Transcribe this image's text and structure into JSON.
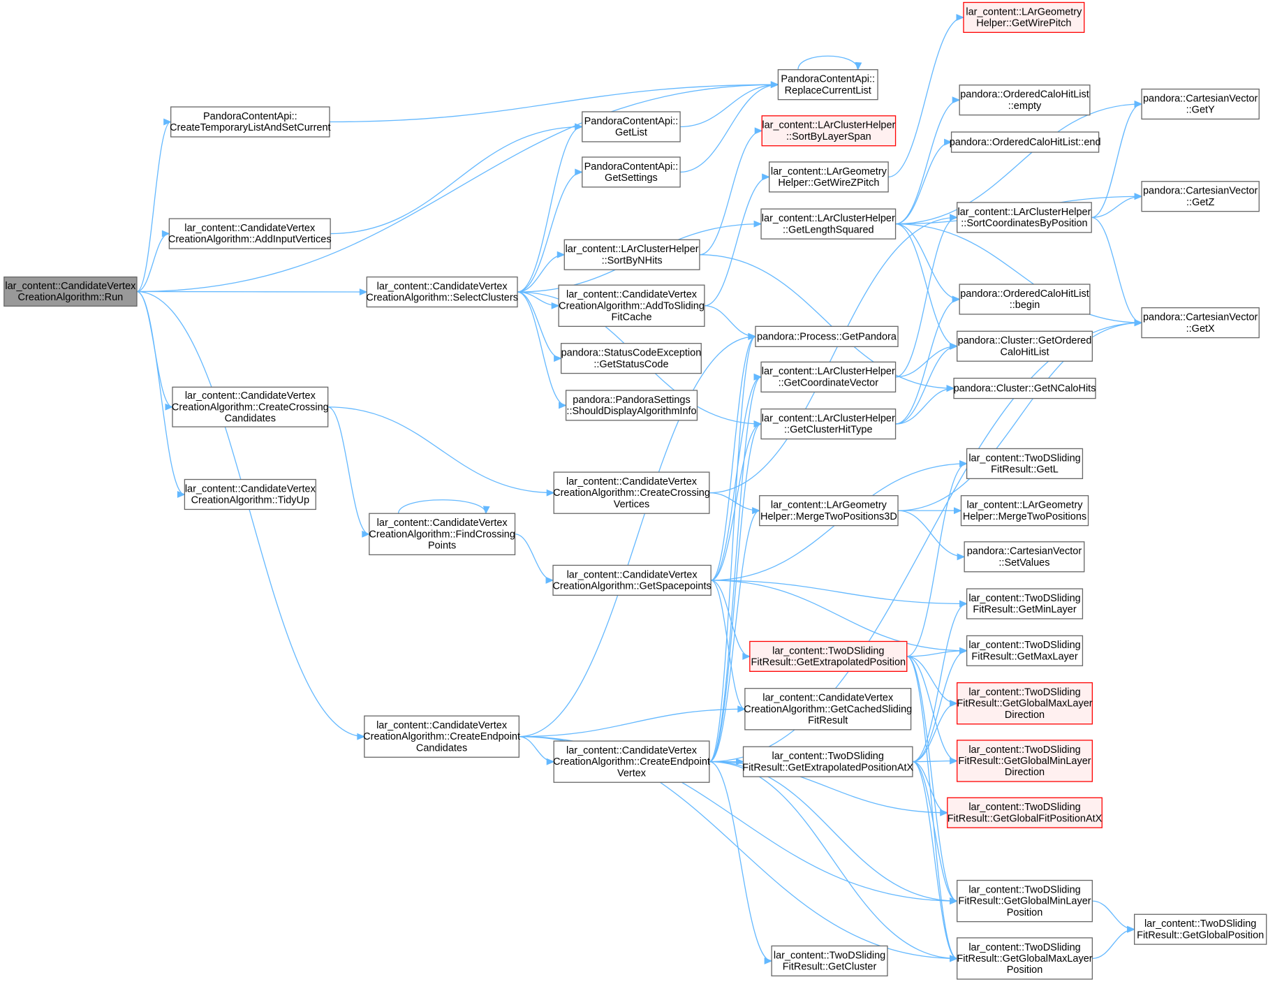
{
  "diagram": {
    "colors": {
      "edge": "#63b8ff",
      "node_border": "#666666",
      "root_fill": "#999999",
      "truncated_border": "#ff0000",
      "truncated_fill": "#fff0f0"
    },
    "nodes": [
      {
        "id": "run",
        "kind": "root",
        "lines": [
          "lar_content::CandidateVertex",
          "CreationAlgorithm::Run"
        ]
      },
      {
        "id": "createtemp",
        "lines": [
          "PandoraContentApi::",
          "CreateTemporaryListAndSetCurrent"
        ]
      },
      {
        "id": "addinput",
        "lines": [
          "lar_content::CandidateVertex",
          "CreationAlgorithm::AddInputVertices"
        ]
      },
      {
        "id": "selectclusters",
        "lines": [
          "lar_content::CandidateVertex",
          "CreationAlgorithm::SelectClusters"
        ]
      },
      {
        "id": "createcrossingcand",
        "lines": [
          "lar_content::CandidateVertex",
          "CreationAlgorithm::CreateCrossing",
          "Candidates"
        ]
      },
      {
        "id": "tidyup",
        "lines": [
          "lar_content::CandidateVertex",
          "CreationAlgorithm::TidyUp"
        ]
      },
      {
        "id": "findcrossing",
        "lines": [
          "lar_content::CandidateVertex",
          "CreationAlgorithm::FindCrossing",
          "Points"
        ]
      },
      {
        "id": "createendpointcand",
        "lines": [
          "lar_content::CandidateVertex",
          "CreationAlgorithm::CreateEndpoint",
          "Candidates"
        ]
      },
      {
        "id": "replacecurrent",
        "lines": [
          "PandoraContentApi::",
          "ReplaceCurrentList"
        ]
      },
      {
        "id": "getlist",
        "lines": [
          "PandoraContentApi::",
          "GetList"
        ]
      },
      {
        "id": "getsettings",
        "lines": [
          "PandoraContentApi::",
          "GetSettings"
        ]
      },
      {
        "id": "sortbynhits",
        "lines": [
          "lar_content::LArClusterHelper",
          "::SortByNHits"
        ]
      },
      {
        "id": "addtosliding",
        "lines": [
          "lar_content::CandidateVertex",
          "CreationAlgorithm::AddToSliding",
          "FitCache"
        ]
      },
      {
        "id": "getstatuscode",
        "lines": [
          "pandora::StatusCodeException",
          "::GetStatusCode"
        ]
      },
      {
        "id": "shoulddisplay",
        "lines": [
          "pandora::PandoraSettings",
          "::ShouldDisplayAlgorithmInfo"
        ]
      },
      {
        "id": "createcrossingvert",
        "lines": [
          "lar_content::CandidateVertex",
          "CreationAlgorithm::CreateCrossing",
          "Vertices"
        ]
      },
      {
        "id": "getspacepoints",
        "lines": [
          "lar_content::CandidateVertex",
          "CreationAlgorithm::GetSpacepoints"
        ]
      },
      {
        "id": "createendpointvert",
        "lines": [
          "lar_content::CandidateVertex",
          "CreationAlgorithm::CreateEndpoint",
          "Vertex"
        ]
      },
      {
        "id": "sortbylayerspan",
        "kind": "truncated",
        "lines": [
          "lar_content::LArClusterHelper",
          "::SortByLayerSpan"
        ]
      },
      {
        "id": "getwirezpitch",
        "lines": [
          "lar_content::LArGeometry",
          "Helper::GetWireZPitch"
        ]
      },
      {
        "id": "getlengthsquared",
        "lines": [
          "lar_content::LArClusterHelper",
          "::GetLengthSquared"
        ]
      },
      {
        "id": "getpandora",
        "lines": [
          "pandora::Process::GetPandora"
        ]
      },
      {
        "id": "getcoordinatevector",
        "lines": [
          "lar_content::LArClusterHelper",
          "::GetCoordinateVector"
        ]
      },
      {
        "id": "getclusterhittype",
        "lines": [
          "lar_content::LArClusterHelper",
          "::GetClusterHitType"
        ]
      },
      {
        "id": "mergetwopositions3d",
        "lines": [
          "lar_content::LArGeometry",
          "Helper::MergeTwoPositions3D"
        ]
      },
      {
        "id": "getextrapolatedpos",
        "kind": "truncated",
        "lines": [
          "lar_content::TwoDSliding",
          "FitResult::GetExtrapolatedPosition"
        ]
      },
      {
        "id": "getcachedsliding",
        "lines": [
          "lar_content::CandidateVertex",
          "CreationAlgorithm::GetCachedSliding",
          "FitResult"
        ]
      },
      {
        "id": "getextrapolatedposatx",
        "lines": [
          "lar_content::TwoDSliding",
          "FitResult::GetExtrapolatedPositionAtX"
        ]
      },
      {
        "id": "getcluster",
        "lines": [
          "lar_content::TwoDSliding",
          "FitResult::GetCluster"
        ]
      },
      {
        "id": "getwirepitch",
        "kind": "truncated",
        "lines": [
          "lar_content::LArGeometry",
          "Helper::GetWirePitch"
        ]
      },
      {
        "id": "empty",
        "lines": [
          "pandora::OrderedCaloHitList",
          "::empty"
        ]
      },
      {
        "id": "end",
        "lines": [
          "pandora::OrderedCaloHitList::end"
        ]
      },
      {
        "id": "sortcoordinates",
        "lines": [
          "lar_content::LArClusterHelper",
          "::SortCoordinatesByPosition"
        ]
      },
      {
        "id": "begin",
        "lines": [
          "pandora::OrderedCaloHitList",
          "::begin"
        ]
      },
      {
        "id": "getorderedcalohitlist",
        "lines": [
          "pandora::Cluster::GetOrdered",
          "CaloHitList"
        ]
      },
      {
        "id": "getncalohits",
        "lines": [
          "pandora::Cluster::GetNCaloHits"
        ]
      },
      {
        "id": "getl",
        "lines": [
          "lar_content::TwoDSliding",
          "FitResult::GetL"
        ]
      },
      {
        "id": "mergetwopositions",
        "lines": [
          "lar_content::LArGeometry",
          "Helper::MergeTwoPositions"
        ]
      },
      {
        "id": "setvalues",
        "lines": [
          "pandora::CartesianVector",
          "::SetValues"
        ]
      },
      {
        "id": "getminlayer",
        "lines": [
          "lar_content::TwoDSliding",
          "FitResult::GetMinLayer"
        ]
      },
      {
        "id": "getmaxlayer",
        "lines": [
          "lar_content::TwoDSliding",
          "FitResult::GetMaxLayer"
        ]
      },
      {
        "id": "getglobalmaxlayerdir",
        "kind": "truncated",
        "lines": [
          "lar_content::TwoDSliding",
          "FitResult::GetGlobalMaxLayer",
          "Direction"
        ]
      },
      {
        "id": "getglobalminlayerdir",
        "kind": "truncated",
        "lines": [
          "lar_content::TwoDSliding",
          "FitResult::GetGlobalMinLayer",
          "Direction"
        ]
      },
      {
        "id": "getglobalfitposatx",
        "kind": "truncated",
        "lines": [
          "lar_content::TwoDSliding",
          "FitResult::GetGlobalFitPositionAtX"
        ]
      },
      {
        "id": "getglobalminlayerpos",
        "lines": [
          "lar_content::TwoDSliding",
          "FitResult::GetGlobalMinLayer",
          "Position"
        ]
      },
      {
        "id": "getglobalmaxlayerpos",
        "lines": [
          "lar_content::TwoDSliding",
          "FitResult::GetGlobalMaxLayer",
          "Position"
        ]
      },
      {
        "id": "gety",
        "lines": [
          "pandora::CartesianVector",
          "::GetY"
        ]
      },
      {
        "id": "getz",
        "lines": [
          "pandora::CartesianVector",
          "::GetZ"
        ]
      },
      {
        "id": "getx",
        "lines": [
          "pandora::CartesianVector",
          "::GetX"
        ]
      },
      {
        "id": "getglobalposition",
        "lines": [
          "lar_content::TwoDSliding",
          "FitResult::GetGlobalPosition"
        ]
      }
    ],
    "edges": [
      [
        "run",
        "replacecurrent"
      ],
      [
        "run",
        "createtemp"
      ],
      [
        "run",
        "addinput"
      ],
      [
        "run",
        "selectclusters"
      ],
      [
        "run",
        "createcrossingcand"
      ],
      [
        "run",
        "tidyup"
      ],
      [
        "run",
        "createendpointcand"
      ],
      [
        "createtemp",
        "replacecurrent"
      ],
      [
        "addinput",
        "getlist"
      ],
      [
        "selectclusters",
        "getlist"
      ],
      [
        "selectclusters",
        "getsettings"
      ],
      [
        "selectclusters",
        "sortbynhits"
      ],
      [
        "selectclusters",
        "addtosliding"
      ],
      [
        "selectclusters",
        "getstatuscode"
      ],
      [
        "selectclusters",
        "shoulddisplay"
      ],
      [
        "selectclusters",
        "getlengthsquared"
      ],
      [
        "selectclusters",
        "getclusterhittype"
      ],
      [
        "getlist",
        "replacecurrent"
      ],
      [
        "getsettings",
        "replacecurrent"
      ],
      [
        "replacecurrent",
        "replacecurrent"
      ],
      [
        "sortbynhits",
        "sortbylayerspan"
      ],
      [
        "sortbynhits",
        "getncalohits"
      ],
      [
        "addtosliding",
        "getwirezpitch"
      ],
      [
        "addtosliding",
        "getpandora"
      ],
      [
        "getwirezpitch",
        "getwirepitch"
      ],
      [
        "getlengthsquared",
        "gety"
      ],
      [
        "getlengthsquared",
        "getz"
      ],
      [
        "getlengthsquared",
        "getx"
      ],
      [
        "getlengthsquared",
        "empty"
      ],
      [
        "getlengthsquared",
        "end"
      ],
      [
        "getlengthsquared",
        "begin"
      ],
      [
        "getlengthsquared",
        "getorderedcalohitlist"
      ],
      [
        "getcoordinatevector",
        "sortcoordinates"
      ],
      [
        "getcoordinatevector",
        "getorderedcalohitlist"
      ],
      [
        "getclusterhittype",
        "begin"
      ],
      [
        "getclusterhittype",
        "getorderedcalohitlist"
      ],
      [
        "getclusterhittype",
        "getncalohits"
      ],
      [
        "sortcoordinates",
        "gety"
      ],
      [
        "sortcoordinates",
        "getz"
      ],
      [
        "sortcoordinates",
        "getx"
      ],
      [
        "createcrossingcand",
        "createcrossingvert"
      ],
      [
        "createcrossingcand",
        "findcrossing"
      ],
      [
        "findcrossing",
        "findcrossing"
      ],
      [
        "findcrossing",
        "getspacepoints"
      ],
      [
        "createcrossingvert",
        "mergetwopositions3d"
      ],
      [
        "createcrossingvert",
        "sortcoordinates"
      ],
      [
        "mergetwopositions3d",
        "mergetwopositions"
      ],
      [
        "mergetwopositions3d",
        "setvalues"
      ],
      [
        "mergetwopositions3d",
        "getx"
      ],
      [
        "getspacepoints",
        "getpandora"
      ],
      [
        "getspacepoints",
        "getcoordinatevector"
      ],
      [
        "getspacepoints",
        "getclusterhittype"
      ],
      [
        "getspacepoints",
        "getl"
      ],
      [
        "getspacepoints",
        "getminlayer"
      ],
      [
        "getspacepoints",
        "getmaxlayer"
      ],
      [
        "getspacepoints",
        "getextrapolatedpos"
      ],
      [
        "getspacepoints",
        "getcachedsliding"
      ],
      [
        "getextrapolatedpos",
        "getl"
      ],
      [
        "getextrapolatedpos",
        "getmaxlayer"
      ],
      [
        "getextrapolatedpos",
        "getglobalmaxlayerdir"
      ],
      [
        "getextrapolatedpos",
        "getglobalminlayerdir"
      ],
      [
        "getextrapolatedpos",
        "getglobalminlayerpos"
      ],
      [
        "getextrapolatedpos",
        "getglobalmaxlayerpos"
      ],
      [
        "createendpointcand",
        "getpandora"
      ],
      [
        "createendpointcand",
        "getcachedsliding"
      ],
      [
        "createendpointcand",
        "createendpointvert"
      ],
      [
        "createendpointcand",
        "getglobalminlayerpos"
      ],
      [
        "createendpointcand",
        "getglobalmaxlayerpos"
      ],
      [
        "createendpointvert",
        "getpandora"
      ],
      [
        "createendpointvert",
        "getcoordinatevector"
      ],
      [
        "createendpointvert",
        "getclusterhittype"
      ],
      [
        "createendpointvert",
        "mergetwopositions3d"
      ],
      [
        "createendpointvert",
        "getextrapolatedposatx"
      ],
      [
        "createendpointvert",
        "getcluster"
      ],
      [
        "createendpointvert",
        "getglobalfitposatx"
      ],
      [
        "createendpointvert",
        "getglobalminlayerpos"
      ],
      [
        "createendpointvert",
        "getglobalmaxlayerpos"
      ],
      [
        "createendpointvert",
        "getx"
      ],
      [
        "getextrapolatedposatx",
        "getminlayer"
      ],
      [
        "getextrapolatedposatx",
        "getmaxlayer"
      ],
      [
        "getextrapolatedposatx",
        "getglobalmaxlayerdir"
      ],
      [
        "getextrapolatedposatx",
        "getglobalminlayerdir"
      ],
      [
        "getextrapolatedposatx",
        "getglobalfitposatx"
      ],
      [
        "getextrapolatedposatx",
        "getglobalminlayerpos"
      ],
      [
        "getextrapolatedposatx",
        "getglobalmaxlayerpos"
      ],
      [
        "getglobalminlayerpos",
        "getglobalposition"
      ],
      [
        "getglobalmaxlayerpos",
        "getglobalposition"
      ]
    ]
  }
}
